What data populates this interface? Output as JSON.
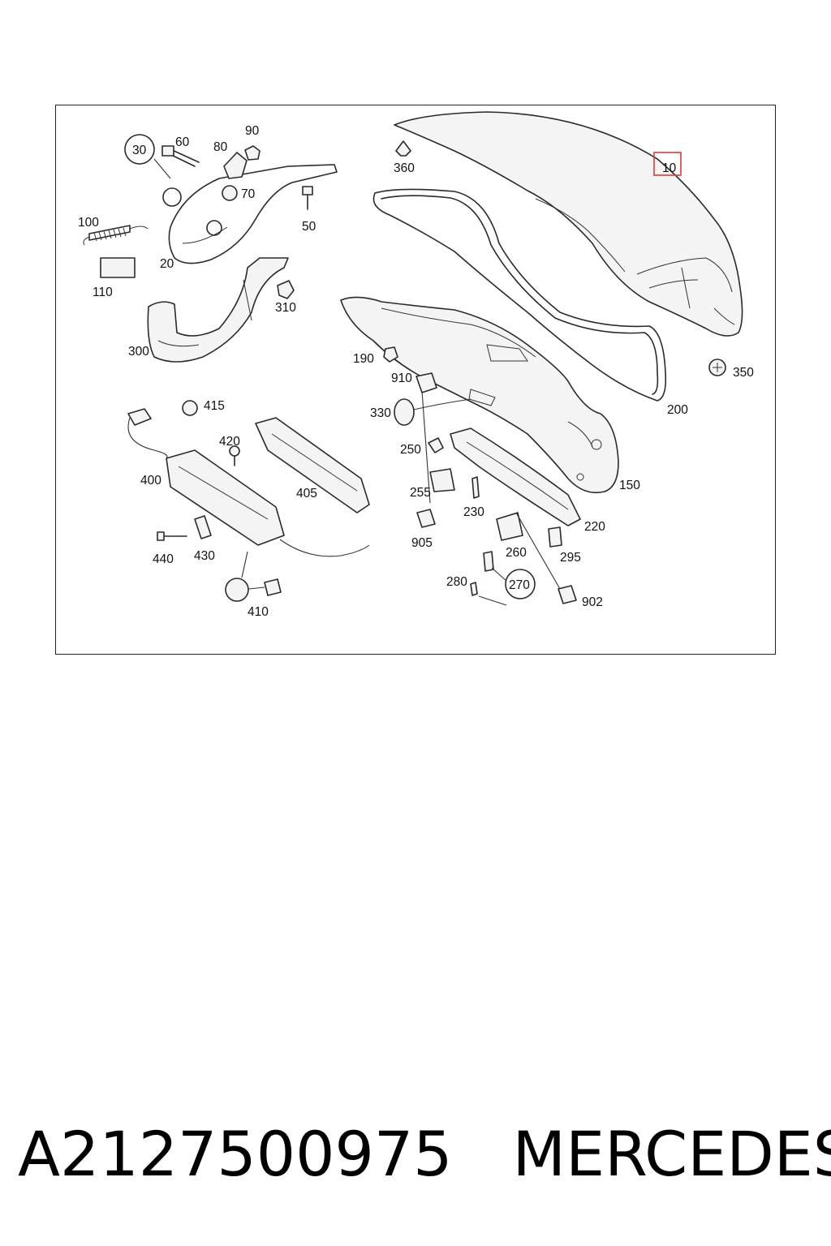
{
  "caption": {
    "part_number": "A2127500975",
    "brand": "MERCEDES"
  },
  "diagram": {
    "highlight_color": "#e53935",
    "highlighted_part": "10",
    "callouts": [
      "10",
      "20",
      "30",
      "50",
      "60",
      "70",
      "80",
      "90",
      "100",
      "110",
      "150",
      "190",
      "200",
      "220",
      "230",
      "250",
      "255",
      "260",
      "270",
      "280",
      "295",
      "300",
      "310",
      "330",
      "350",
      "360",
      "400",
      "405",
      "410",
      "415",
      "420",
      "430",
      "440",
      "902",
      "905",
      "910"
    ]
  }
}
